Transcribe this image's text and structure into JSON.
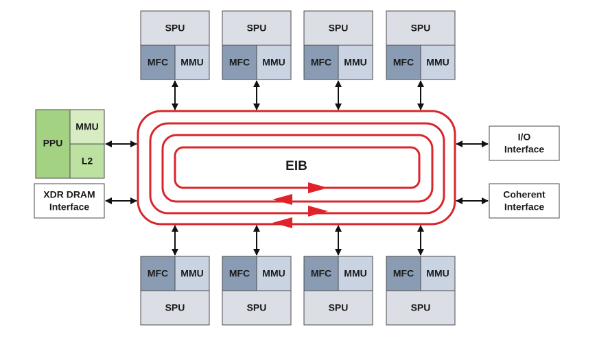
{
  "spe_top": [
    {
      "spu": "SPU",
      "mfc": "MFC",
      "mmu": "MMU"
    },
    {
      "spu": "SPU",
      "mfc": "MFC",
      "mmu": "MMU"
    },
    {
      "spu": "SPU",
      "mfc": "MFC",
      "mmu": "MMU"
    },
    {
      "spu": "SPU",
      "mfc": "MFC",
      "mmu": "MMU"
    }
  ],
  "spe_bottom": [
    {
      "spu": "SPU",
      "mfc": "MFC",
      "mmu": "MMU"
    },
    {
      "spu": "SPU",
      "mfc": "MFC",
      "mmu": "MMU"
    },
    {
      "spu": "SPU",
      "mfc": "MFC",
      "mmu": "MMU"
    },
    {
      "spu": "SPU",
      "mfc": "MFC",
      "mmu": "MMU"
    }
  ],
  "ppe": {
    "ppu": "PPU",
    "mmu": "MMU",
    "l2": "L2"
  },
  "xdr": {
    "line1": "XDR DRAM",
    "line2": "Interface"
  },
  "io": {
    "line1": "I/O",
    "line2": "Interface"
  },
  "coherent": {
    "line1": "Coherent",
    "line2": "Interface"
  },
  "eib": {
    "label": "EIB"
  },
  "colors": {
    "ring": "#d8262b",
    "spu": "#dcdee5",
    "mfc": "#8a9cb3",
    "mmu": "#c9d3e2",
    "ppu": "#a3d282"
  }
}
